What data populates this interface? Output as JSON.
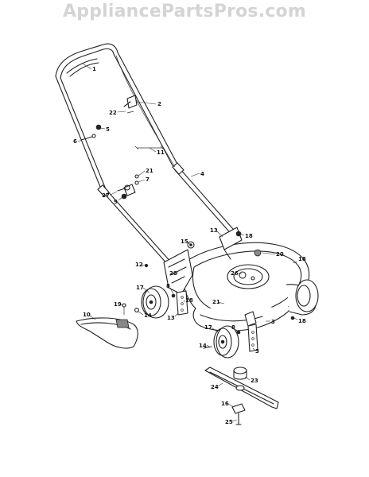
{
  "watermark": "AppliancePartsPros.com",
  "callouts": [
    {
      "id": "c1",
      "text": "1"
    },
    {
      "id": "c2",
      "text": "2"
    },
    {
      "id": "c22",
      "text": "22"
    },
    {
      "id": "c5",
      "text": "5"
    },
    {
      "id": "c6",
      "text": "6"
    },
    {
      "id": "c11",
      "text": "11"
    },
    {
      "id": "c4",
      "text": "4"
    },
    {
      "id": "c21a",
      "text": "21"
    },
    {
      "id": "c7",
      "text": "7"
    },
    {
      "id": "c27",
      "text": "27"
    },
    {
      "id": "c9",
      "text": "9"
    },
    {
      "id": "c13a",
      "text": "13"
    },
    {
      "id": "c18a",
      "text": "18"
    },
    {
      "id": "c15",
      "text": "15"
    },
    {
      "id": "c20",
      "text": "20"
    },
    {
      "id": "c12",
      "text": "12"
    },
    {
      "id": "c18b",
      "text": "18"
    },
    {
      "id": "c26",
      "text": "26"
    },
    {
      "id": "c28",
      "text": "28"
    },
    {
      "id": "c17a",
      "text": "17"
    },
    {
      "id": "c8a",
      "text": "8"
    },
    {
      "id": "c18c",
      "text": "18"
    },
    {
      "id": "c19",
      "text": "19"
    },
    {
      "id": "c21b",
      "text": "21"
    },
    {
      "id": "c10",
      "text": "10"
    },
    {
      "id": "c14a",
      "text": "14"
    },
    {
      "id": "c13b",
      "text": "13"
    },
    {
      "id": "c3a",
      "text": "3"
    },
    {
      "id": "c18d",
      "text": "18"
    },
    {
      "id": "c17b",
      "text": "17"
    },
    {
      "id": "c8b",
      "text": "8"
    },
    {
      "id": "c14b",
      "text": "14"
    },
    {
      "id": "c3b",
      "text": "3"
    },
    {
      "id": "c23",
      "text": "23"
    },
    {
      "id": "c24",
      "text": "24"
    },
    {
      "id": "c16",
      "text": "16"
    },
    {
      "id": "c25",
      "text": "25"
    }
  ]
}
